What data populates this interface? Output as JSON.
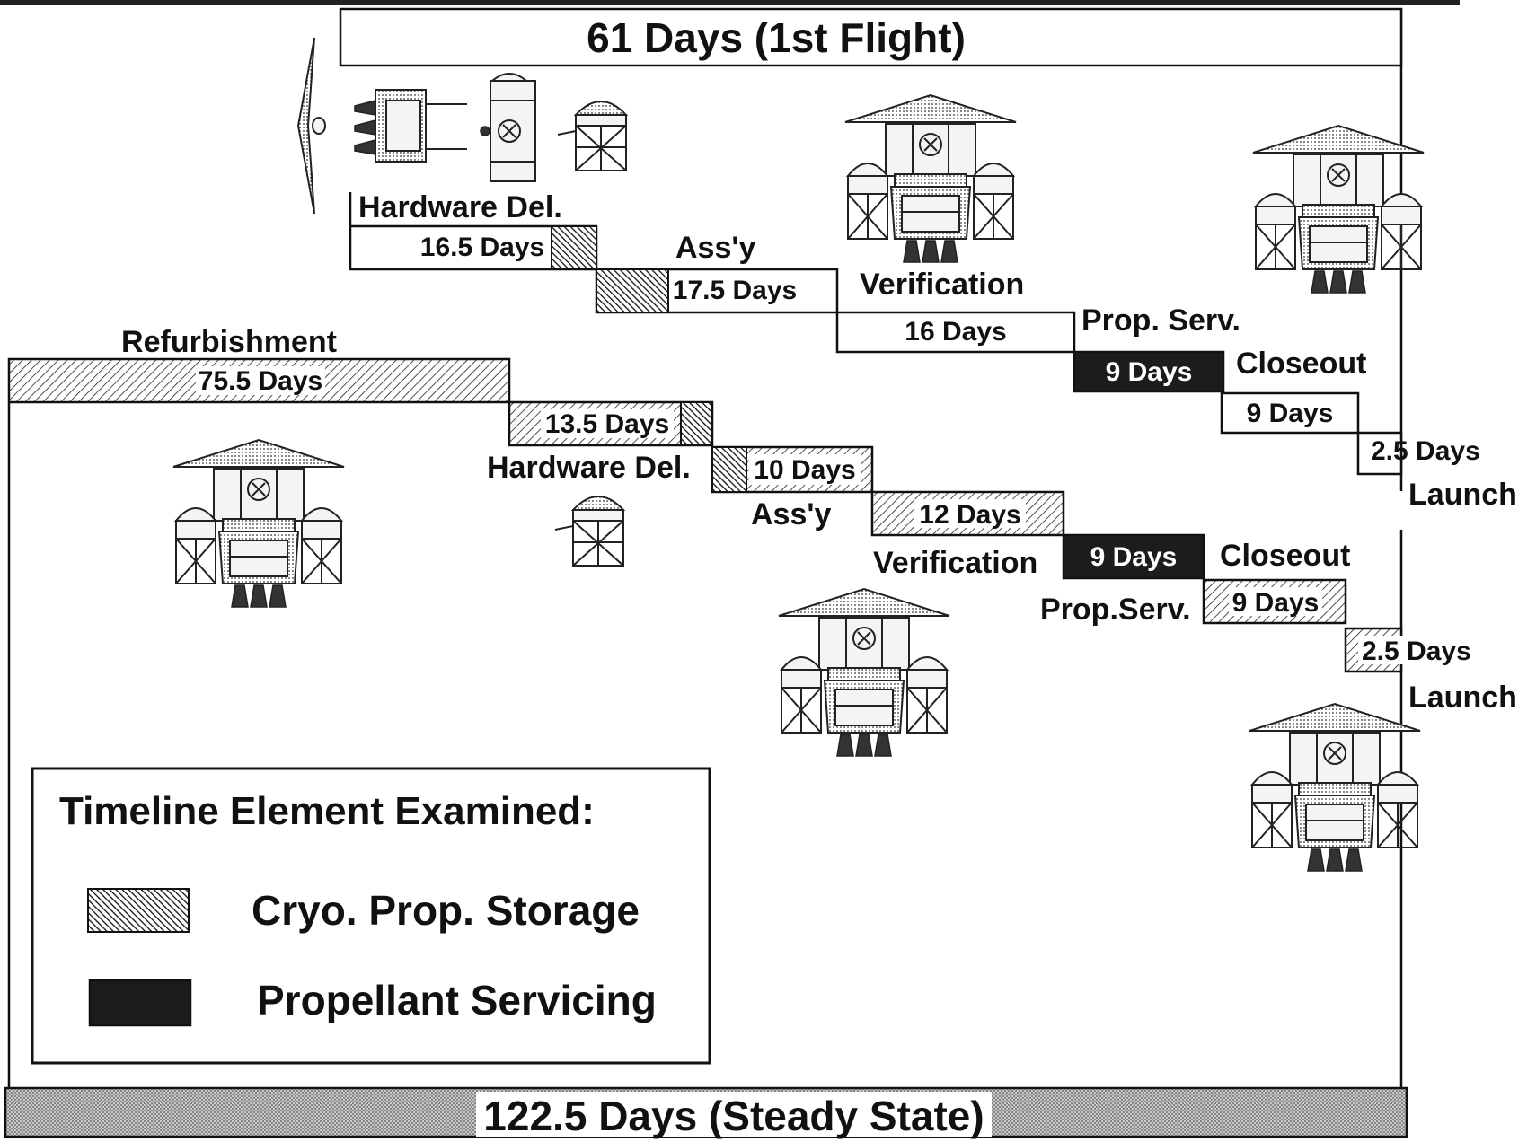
{
  "top_bar": {
    "label": "61 Days (1st Flight)"
  },
  "bottom_bar": {
    "label": "122.5 Days (Steady State)"
  },
  "first_flight": {
    "hardware_del": {
      "label": "Hardware Del.",
      "days": "16.5 Days"
    },
    "assy": {
      "label": "Ass'y",
      "days": "17.5 Days"
    },
    "verification": {
      "label": "Verification",
      "days": "16 Days"
    },
    "prop_serv": {
      "label": "Prop. Serv.",
      "days": "9 Days"
    },
    "closeout": {
      "label": "Closeout",
      "days": "9 Days"
    },
    "launch": {
      "label": "Launch",
      "days": "2.5 Days"
    }
  },
  "steady_state": {
    "refurbishment": {
      "label": "Refurbishment",
      "days": "75.5 Days"
    },
    "hardware_del": {
      "label": "Hardware Del.",
      "days": "13.5 Days"
    },
    "assy": {
      "label": "Ass'y",
      "days": "10 Days"
    },
    "verification": {
      "label": "Verification",
      "days": "12 Days"
    },
    "prop_serv": {
      "label": "Prop.Serv.",
      "days": "9 Days"
    },
    "closeout": {
      "label": "Closeout",
      "days": "9 Days"
    },
    "launch": {
      "label": "Launch",
      "days": "2.5 Days"
    }
  },
  "legend": {
    "title": "Timeline Element Examined:",
    "items": [
      {
        "label": "Cryo. Prop. Storage",
        "swatch": "diagonal-hatch"
      },
      {
        "label": "Propellant Servicing",
        "swatch": "solid-dark"
      }
    ]
  },
  "colors": {
    "ink": "#111111",
    "paper": "#ffffff",
    "dark_fill": "#1c1c1c"
  }
}
